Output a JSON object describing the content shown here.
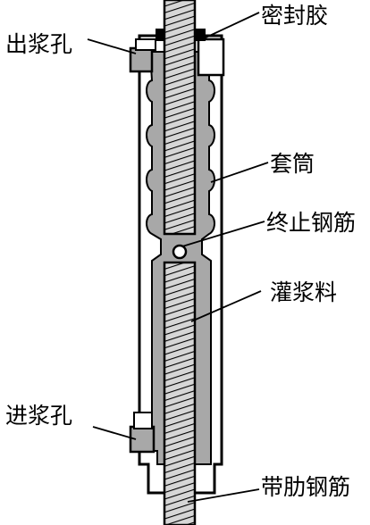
{
  "labels": {
    "outlet": "出浆孔",
    "seal": "密封胶",
    "sleeve": "套筒",
    "stop_bar": "终止钢筋",
    "grout": "灌浆料",
    "inlet": "进浆孔",
    "ribbed_bar": "带肋钢筋"
  },
  "colors": {
    "line": "#000000",
    "grout": "#a8a8a8",
    "background": "#ffffff",
    "thread_fill": "#d6d6d6"
  }
}
